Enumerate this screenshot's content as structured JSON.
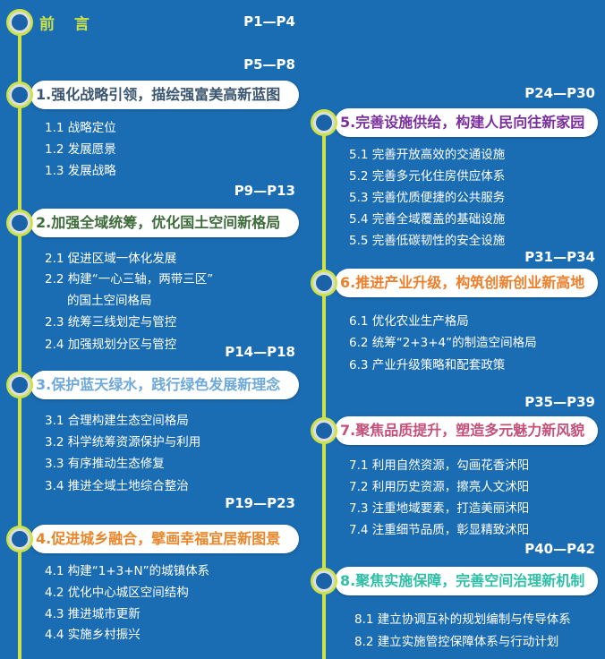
{
  "preface": {
    "label": "前 言",
    "pages": "P1—P4"
  },
  "colors": {
    "background": "#1b6db3",
    "timeline": "#cde24a"
  },
  "chapters": [
    {
      "title": "1.强化战略引领，描绘强富美高新蓝图",
      "pages": "P5—P8",
      "color": "#3a5570",
      "items": [
        "1.1 战略定位",
        "1.2 发展愿景",
        "1.3 发展战略"
      ]
    },
    {
      "title": "2.加强全域统筹，优化国土空间新格局",
      "pages": "P9—P13",
      "color": "#3d6b3a",
      "items": [
        "2.1 促进区域一体化发展",
        "2.2 构建“一心三轴，两带三区”",
        "的国土空间格局",
        "2.3 统筹三线划定与管控",
        "2.4 加强规划分区与管控"
      ]
    },
    {
      "title": "3.保护蓝天绿水，践行绿色发展新理念",
      "pages": "P14—P18",
      "color": "#6fa9d8",
      "items": [
        "3.1 合理构建生态空间格局",
        "3.2 科学统筹资源保护与利用",
        "3.3 有序推动生态修复",
        "3.4 推进全域土地综合整治"
      ]
    },
    {
      "title": "4.促进城乡融合，擘画幸福宜居新图景",
      "pages": "P19—P23",
      "color": "#e8862a",
      "items": [
        "4.1 构建“1+3+N”的城镇体系",
        "4.2 优化中心城区空间结构",
        "4.3 推进城市更新",
        "4.4 实施乡村振兴"
      ]
    },
    {
      "title": "5.完善设施供给，构建人民向往新家园",
      "pages": "P24—P30",
      "color": "#7a2f9c",
      "items": [
        "5.1 完善开放高效的交通设施",
        "5.2 完善多元化住房供应体系",
        "5.3 完善优质便捷的公共服务",
        "5.4 完善全域覆盖的基础设施",
        "5.5 完善低碳韧性的安全设施"
      ]
    },
    {
      "title": "6.推进产业升级，构筑创新创业新高地",
      "pages": "P31—P34",
      "color": "#ee7f2a",
      "items": [
        "6.1 优化农业生产格局",
        "6.2 统筹“2+3+4”的制造空间格局",
        "6.3 产业升级策略和配套政策"
      ]
    },
    {
      "title": "7.聚焦品质提升，塑造多元魅力新风貌",
      "pages": "P35—P39",
      "color": "#c4517a",
      "items": [
        "7.1 利用自然资源，勾画花香沭阳",
        "7.2 利用历史资源，擦亮人文沭阳",
        "7.3 注重地域要素，打造美丽沭阳",
        "7.4 注重细节品质，彰显精致沭阳"
      ]
    },
    {
      "title": "8.聚焦实施保障，完善空间治理新机制",
      "pages": "P40—P42",
      "color": "#2fbfa6",
      "items": [
        "8.1 建立协调互补的规划编制与传导体系",
        "8.2 建立实施管控保障体系与行动计划"
      ]
    }
  ]
}
